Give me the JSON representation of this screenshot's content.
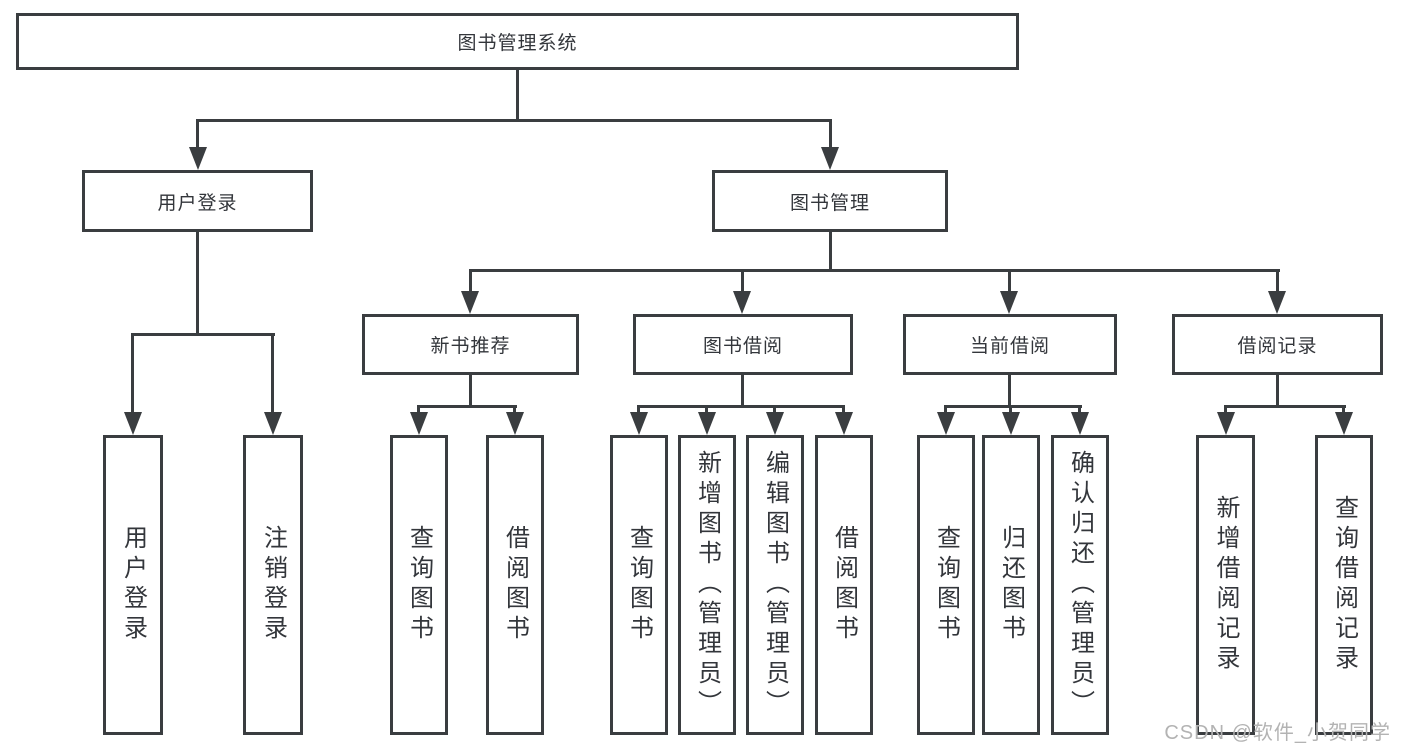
{
  "tree": {
    "root": "图书管理系统",
    "user_login": {
      "label": "用户登录",
      "children": [
        "用户登录",
        "注销登录"
      ]
    },
    "book_mgmt": {
      "label": "图书管理",
      "sections": [
        {
          "label": "新书推荐",
          "children": [
            "查询图书",
            "借阅图书"
          ]
        },
        {
          "label": "图书借阅",
          "children": [
            "查询图书",
            "新增图书（管理员）",
            "编辑图书（管理员）",
            "借阅图书"
          ]
        },
        {
          "label": "当前借阅",
          "children": [
            "查询图书",
            "归还图书",
            "确认归还（管理员）"
          ]
        },
        {
          "label": "借阅记录",
          "children": [
            "新增借阅记录",
            "查询借阅记录"
          ]
        }
      ]
    }
  },
  "watermark": "CSDN @软件_小贺同学",
  "colors": {
    "line": "#3a3d40",
    "text": "#33363b",
    "watermark": "#b3b3b3",
    "background": "#ffffff"
  }
}
